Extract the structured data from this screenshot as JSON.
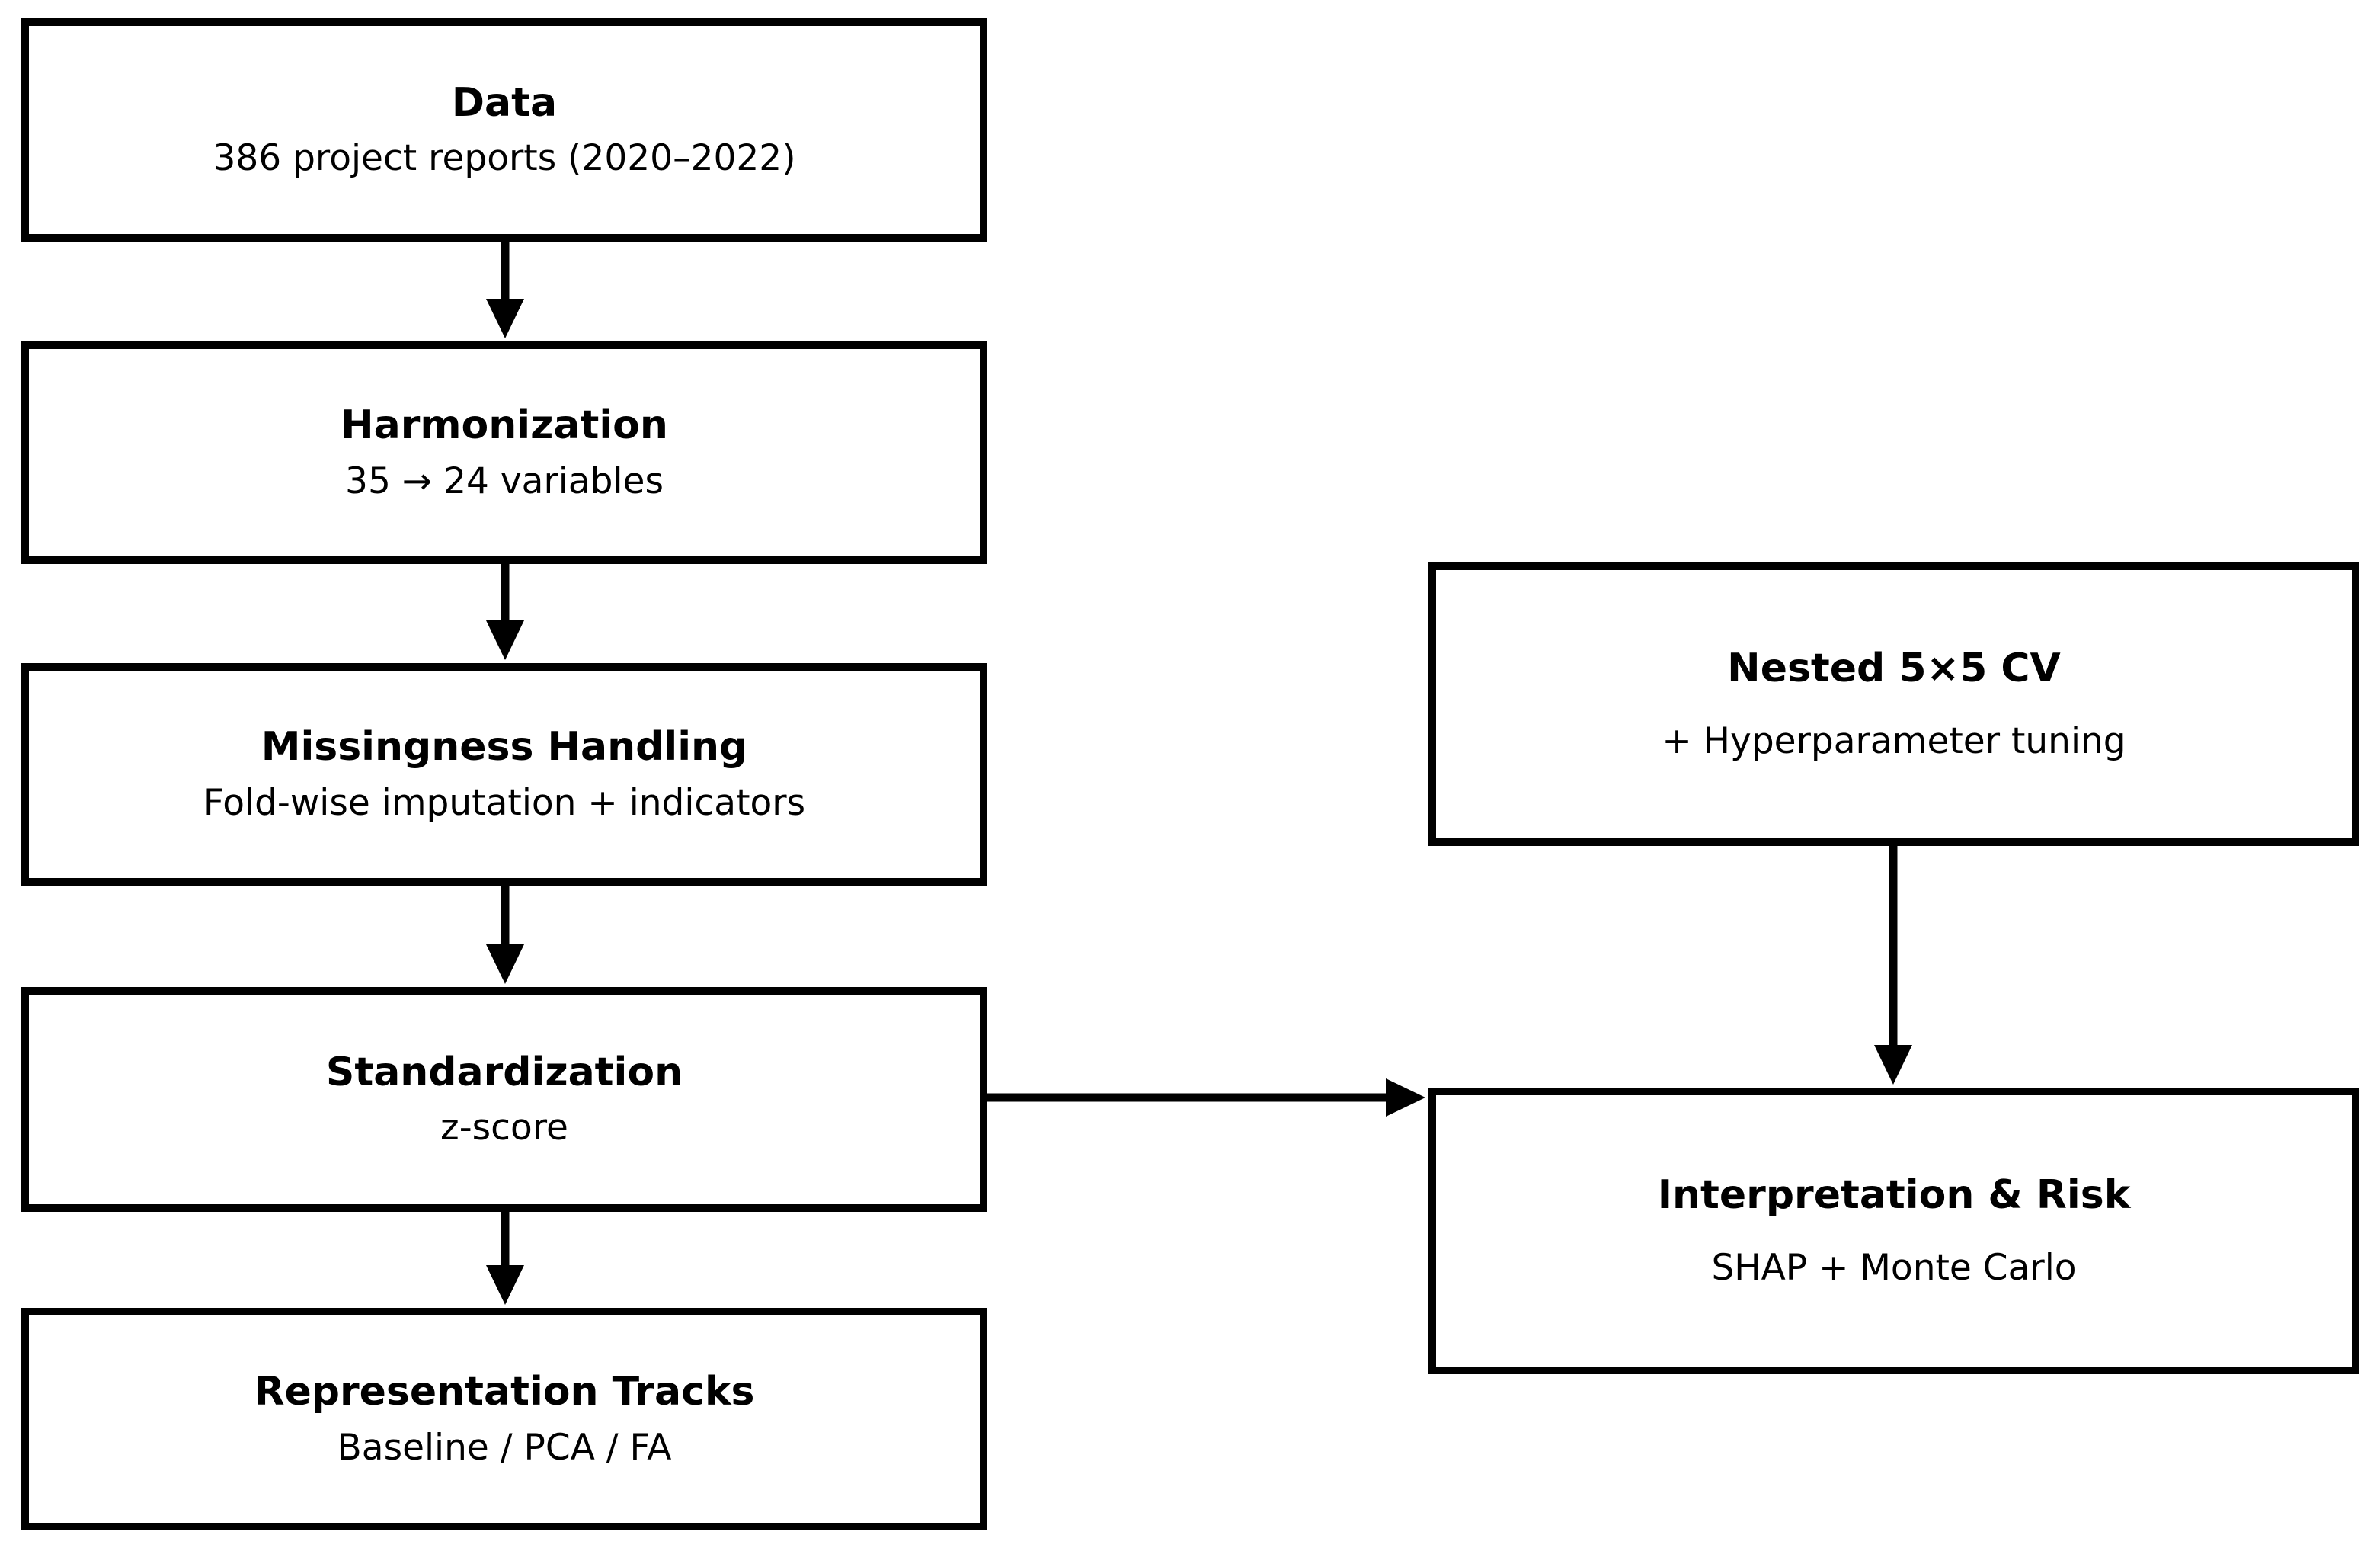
{
  "diagram": {
    "type": "flowchart",
    "colors": {
      "line": "#000000",
      "box_fill": "#ffffff",
      "background": "#ffffff",
      "text": "#000000"
    },
    "boxes": {
      "data": {
        "title": "Data",
        "subtitle": "386 project reports (2020–2022)"
      },
      "harmonization": {
        "title": "Harmonization",
        "subtitle": "35 → 24 variables"
      },
      "missingness": {
        "title": "Missingness Handling",
        "subtitle": "Fold-wise imputation + indicators"
      },
      "standardization": {
        "title": "Standardization",
        "subtitle": "z-score"
      },
      "representation": {
        "title": "Representation Tracks",
        "subtitle": "Baseline / PCA / FA"
      },
      "nested_cv": {
        "title": "Nested 5×5 CV",
        "subtitle": "+ Hyperparameter tuning"
      },
      "interpretation": {
        "title": "Interpretation & Risk",
        "subtitle": "SHAP + Monte Carlo"
      }
    },
    "edges": [
      {
        "from": "Data",
        "to": "Harmonization"
      },
      {
        "from": "Harmonization",
        "to": "Missingness Handling"
      },
      {
        "from": "Missingness Handling",
        "to": "Standardization"
      },
      {
        "from": "Standardization",
        "to": "Representation Tracks"
      },
      {
        "from": "Standardization",
        "to": "Interpretation & Risk"
      },
      {
        "from": "Nested 5×5 CV",
        "to": "Interpretation & Risk"
      }
    ]
  }
}
